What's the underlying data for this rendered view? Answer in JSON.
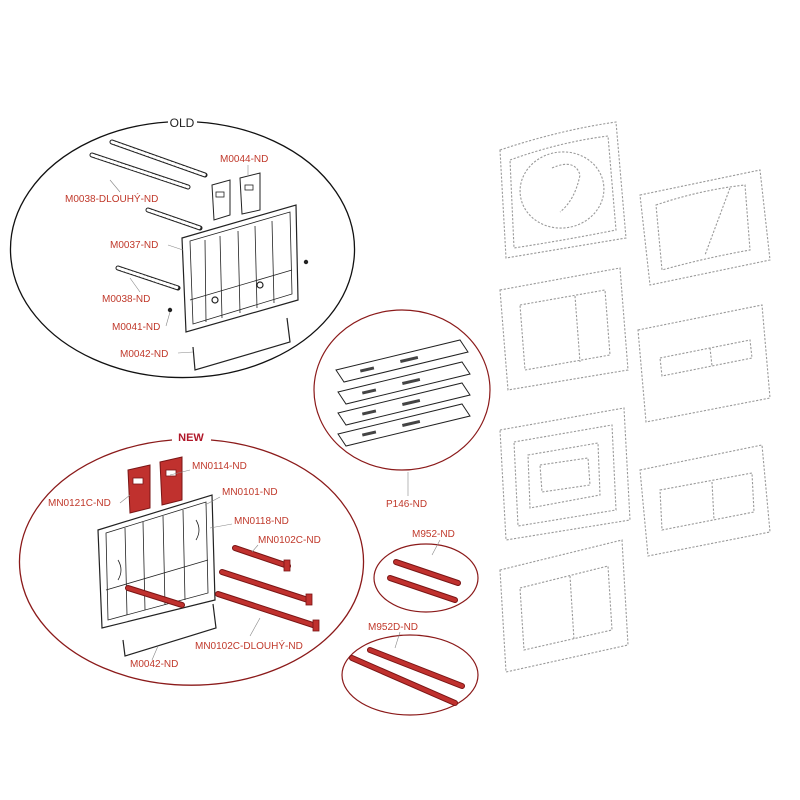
{
  "colors": {
    "accent_red": "#c0392b",
    "part_red": "#c0312e",
    "dark_red": "#7a1515",
    "outline": "#222222",
    "panel_dash": "#9a9a9a"
  },
  "old_group": {
    "title": "OLD",
    "labels": {
      "m0044": "M0044-ND",
      "m0038_long": "M0038-DLOUHÝ-ND",
      "m0037": "M0037-ND",
      "m0038": "M0038-ND",
      "m0041": "M0041-ND",
      "m0042": "M0042-ND"
    }
  },
  "new_group": {
    "title": "NEW",
    "labels": {
      "mn0114": "MN0114-ND",
      "mn0121c": "MN0121C-ND",
      "mn0101": "MN0101-ND",
      "mn0118": "MN0118-ND",
      "mn0102c": "MN0102C-ND",
      "mn0102c_long": "MN0102C-DLOUHÝ-ND",
      "m0042": "M0042-ND"
    }
  },
  "p146_group": {
    "label": "P146-ND"
  },
  "m952_group": {
    "label": "M952-ND"
  },
  "m952d_group": {
    "label": "M952D-ND"
  }
}
